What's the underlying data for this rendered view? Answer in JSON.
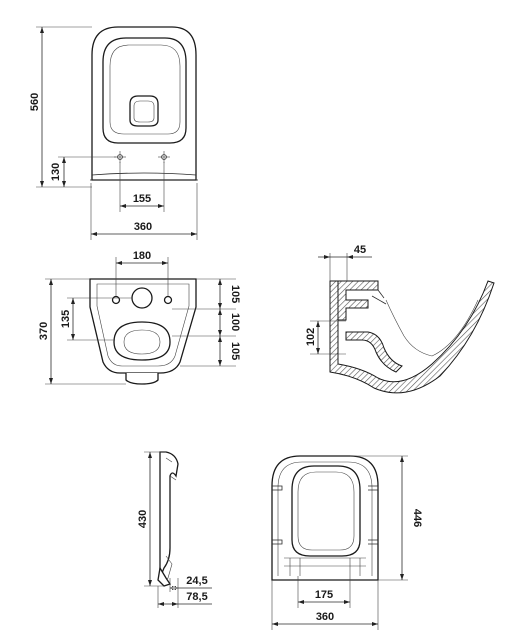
{
  "views": {
    "top": {
      "height": "560",
      "bolt_offset": "130",
      "bolt_spacing": "155",
      "width": "360"
    },
    "front": {
      "hole_spacing": "180",
      "height": "370",
      "hole_height": "135",
      "right_top": "105",
      "right_mid": "100",
      "right_bottom": "105"
    },
    "section": {
      "top_offset": "45",
      "outlet": "102"
    },
    "side": {
      "height": "430",
      "dim_small": "24,5",
      "dim_large": "78,5"
    },
    "seat": {
      "height": "446",
      "hinge_spacing": "175",
      "width": "360"
    }
  }
}
